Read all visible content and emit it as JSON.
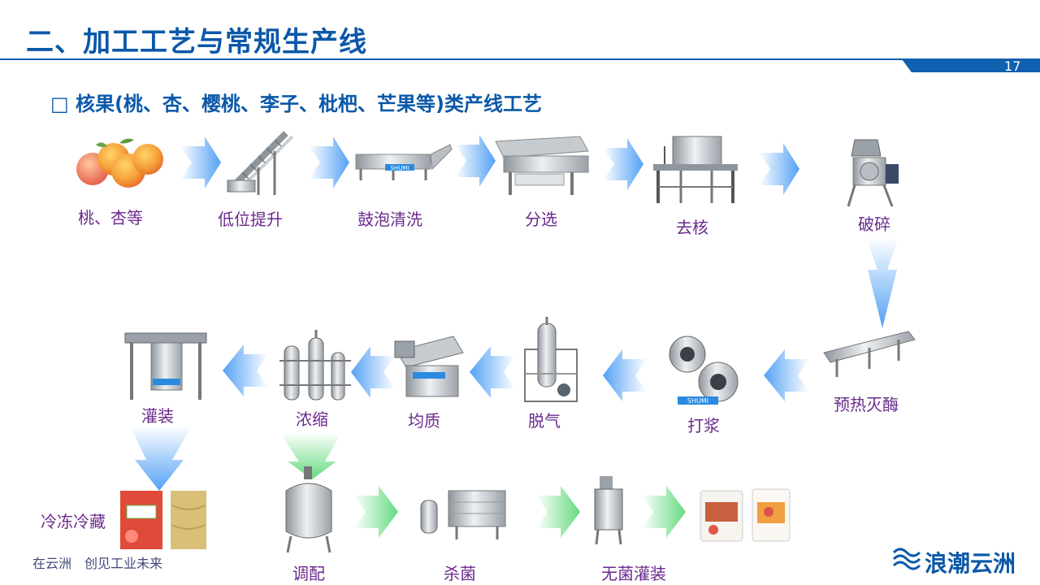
{
  "header": {
    "title": "二、加工工艺与常规生产线",
    "page_number": "17"
  },
  "subtitle": "□ 核果(桃、杏、樱桃、李子、枇杷、芒果等)类产线工艺",
  "colors": {
    "brand_blue": "#0b58a8",
    "label_purple": "#6a2a8c",
    "arrow_blue": "#4a9cf5",
    "arrow_green": "#5cd878"
  },
  "steps": [
    {
      "label": "桃、杏等"
    },
    {
      "label": "低位提升"
    },
    {
      "label": "鼓泡清洗"
    },
    {
      "label": "分选"
    },
    {
      "label": "去核"
    },
    {
      "label": "破碎"
    },
    {
      "label": "预热灭酶"
    },
    {
      "label": "打浆"
    },
    {
      "label": "脱气"
    },
    {
      "label": "均质"
    },
    {
      "label": "浓缩"
    },
    {
      "label": "灌装"
    },
    {
      "label": "冷冻冷藏"
    },
    {
      "label": "调配"
    },
    {
      "label": "杀菌"
    },
    {
      "label": "无菌灌装"
    }
  ],
  "machine_text": "SHUMI",
  "footer": {
    "slogan_left": "在云洲",
    "slogan_right": "创见工业未来",
    "logo_text": "浪潮云洲",
    "logo_icon": "wave-logo-icon"
  }
}
